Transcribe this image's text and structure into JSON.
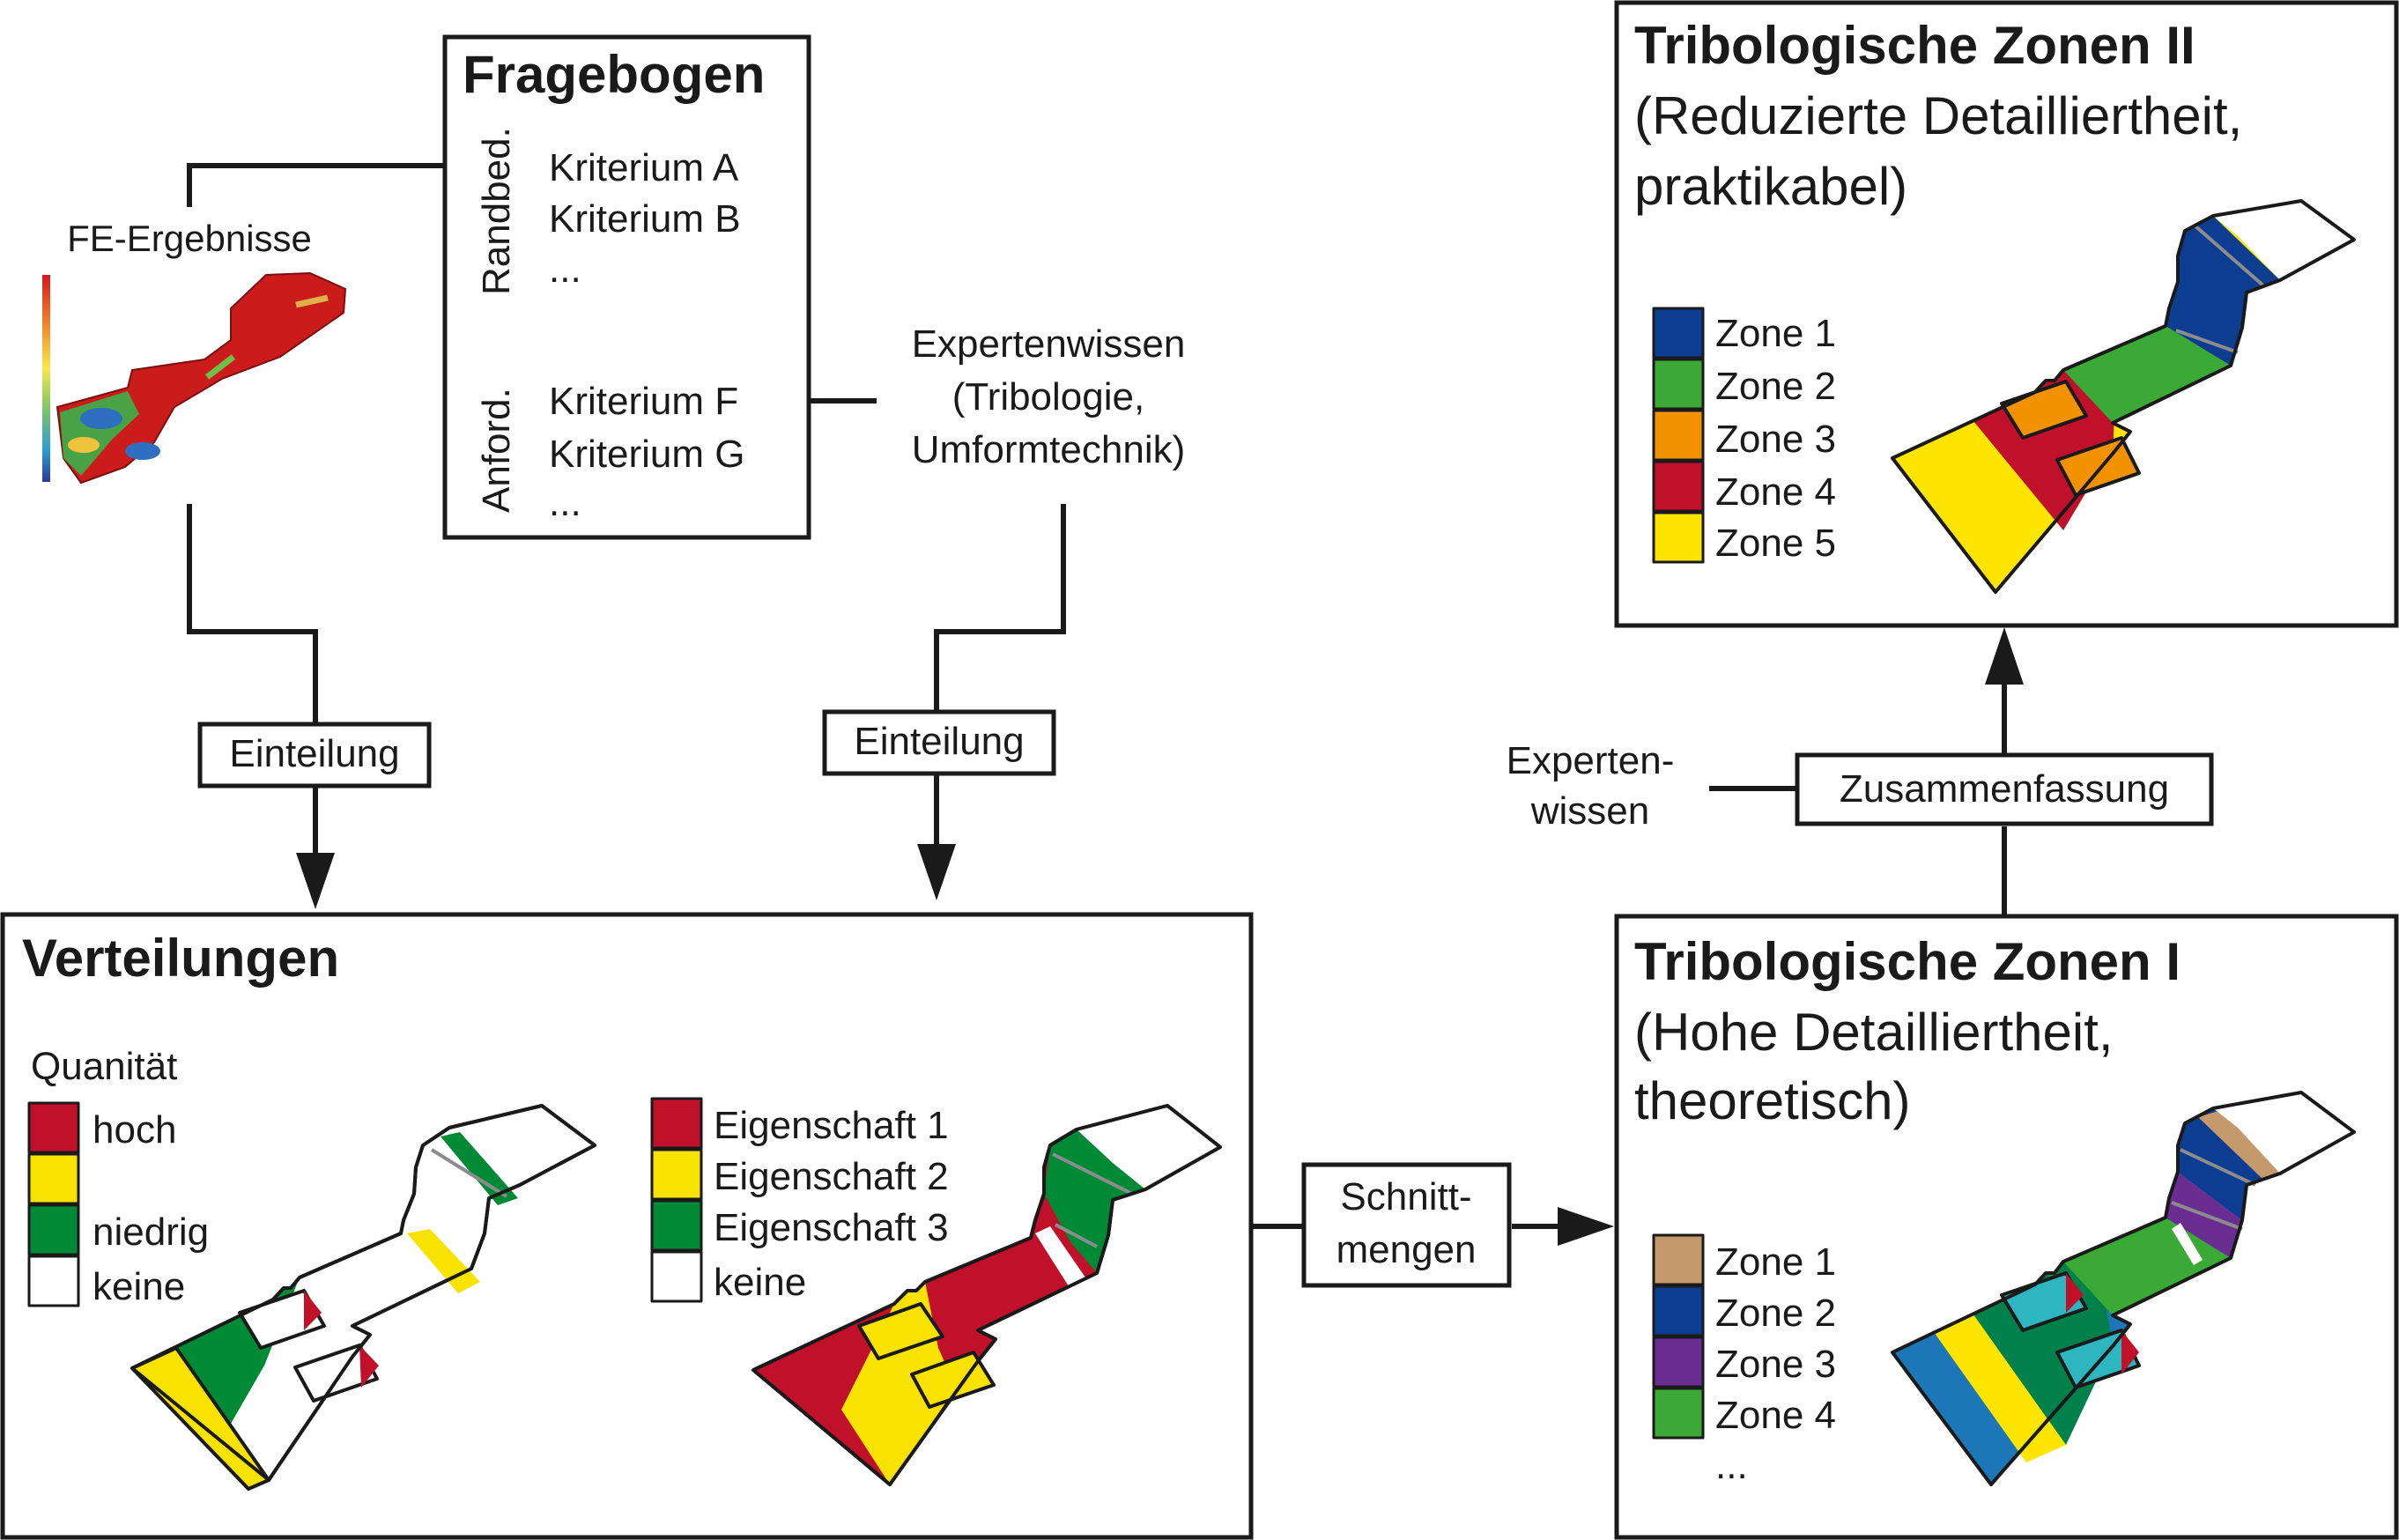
{
  "fe_results": {
    "label": "FE-Ergebnisse"
  },
  "questionnaire": {
    "title": "Fragebogen",
    "group1": {
      "label": "Randbed.",
      "items": [
        "Kriterium A",
        "Kriterium B",
        "..."
      ]
    },
    "group2": {
      "label": "Anford.",
      "items": [
        "Kriterium F",
        "Kriterium G",
        "..."
      ]
    }
  },
  "expert_knowledge": {
    "lines": [
      "Expertenwissen",
      "(Tribologie,",
      "Umformtechnik)"
    ]
  },
  "step_labels": {
    "einteilung_left": "Einteilung",
    "einteilung_right": "Einteilung",
    "schnittmengen": [
      "Schnitt-",
      "mengen"
    ],
    "zusammenfassung": "Zusammenfassung"
  },
  "expert_knowledge_2": {
    "lines": [
      "Experten-",
      "wissen"
    ]
  },
  "distributions": {
    "title": "Verteilungen",
    "quantity_legend": {
      "title": "Quanität",
      "items": [
        {
          "label": "hoch",
          "color": "#c0102a"
        },
        {
          "label": "",
          "color": "#f7e200"
        },
        {
          "label": "niedrig",
          "color": "#008a36"
        },
        {
          "label": "keine",
          "color": "#ffffff"
        }
      ]
    },
    "property_legend": {
      "items": [
        {
          "label": "Eigenschaft 1",
          "color": "#c0102a"
        },
        {
          "label": "Eigenschaft 2",
          "color": "#f7e200"
        },
        {
          "label": "Eigenschaft 3",
          "color": "#008a36"
        },
        {
          "label": "keine",
          "color": "#ffffff"
        }
      ]
    }
  },
  "zones_1": {
    "title": "Tribologische Zonen I",
    "subtitle_lines": [
      "(Hohe Detailliertheit,",
      "theoretisch)"
    ],
    "legend": [
      {
        "label": "Zone 1",
        "color": "#c49a6c"
      },
      {
        "label": "Zone 2",
        "color": "#0d3d91"
      },
      {
        "label": "Zone 3",
        "color": "#6a2d91"
      },
      {
        "label": "Zone 4",
        "color": "#3aa935"
      }
    ],
    "more": "..."
  },
  "zones_2": {
    "title": "Tribologische Zonen II",
    "subtitle_lines": [
      "(Reduzierte Detailliertheit,",
      "praktikabel)"
    ],
    "legend": [
      {
        "label": "Zone 1",
        "color": "#0d3d91"
      },
      {
        "label": "Zone 2",
        "color": "#3aa935"
      },
      {
        "label": "Zone 3",
        "color": "#f39200"
      },
      {
        "label": "Zone 4",
        "color": "#c0102a"
      },
      {
        "label": "Zone 5",
        "color": "#fde500"
      }
    ]
  }
}
